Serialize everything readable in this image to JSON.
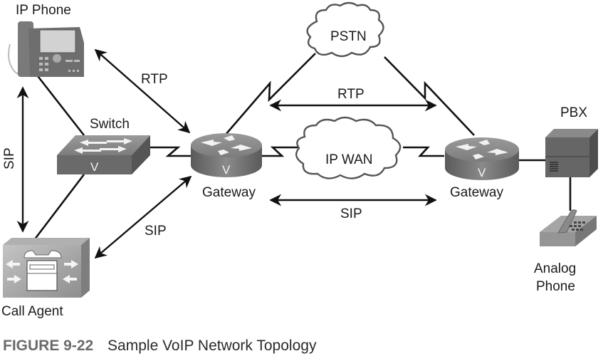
{
  "figure": {
    "number_label": "FIGURE 9-22",
    "title": "Sample VoIP Network Topology"
  },
  "nodes": {
    "ip_phone": {
      "label": "IP Phone",
      "icon": "ip-phone-icon"
    },
    "switch": {
      "label": "Switch",
      "icon": "voice-switch-icon",
      "badge": "V"
    },
    "call_agent": {
      "label": "Call Agent",
      "icon": "call-agent-icon"
    },
    "gateway_left": {
      "label": "Gateway",
      "icon": "voice-router-icon",
      "badge": "V"
    },
    "gateway_right": {
      "label": "Gateway",
      "icon": "voice-router-icon",
      "badge": "V"
    },
    "pstn": {
      "label": "PSTN",
      "icon": "cloud-icon"
    },
    "ip_wan": {
      "label": "IP WAN",
      "icon": "cloud-icon"
    },
    "pbx": {
      "label": "PBX",
      "icon": "pbx-icon"
    },
    "analog_phone": {
      "label_line1": "Analog",
      "label_line2": "Phone",
      "icon": "analog-phone-icon"
    }
  },
  "flows": {
    "rtp_phone_gateway": "RTP",
    "sip_phone_callagent": "SIP",
    "sip_callagent_gateway": "SIP",
    "rtp_gateways": "RTP",
    "sip_gateways": "SIP"
  },
  "colors": {
    "line": "#111111",
    "device_dark": "#5e5e5e",
    "device_mid": "#8a8a8a",
    "device_light": "#b5b5b5",
    "caption_number": "#6b6b6b"
  }
}
